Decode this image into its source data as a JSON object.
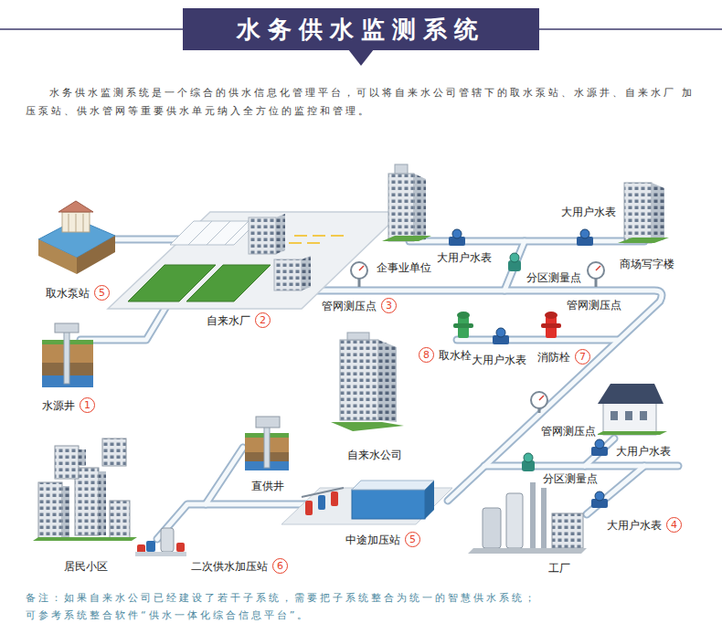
{
  "diagram": {
    "title": "水务供水监测系统",
    "nodes": [
      {
        "text": [
          "取水泵站",
          "5"
        ]
      },
      {
        "text": [
          "管网测压点",
          "3"
        ]
      },
      {
        "text": [
          "自来水厂",
          "2"
        ]
      },
      {
        "text": [
          "8",
          "取水栓"
        ]
      },
      {
        "text": [
          "消防栓",
          "7"
        ]
      },
      {
        "text": [
          "水源井",
          "1"
        ]
      },
      {
        "text": [
          "大用户水表",
          "4"
        ]
      },
      {
        "text": [
          "中途加压站",
          "5"
        ]
      },
      {
        "text": [
          "二次供水加压站",
          "6"
        ]
      }
    ],
    "labels": [
      "水务供水监测系统是一个综合的供水信息化管理平台，可以将自来水公司管辖下的取水泵站、水源井、自来水厂 加压泵站、供水管网等重要供水单元纳入全方位的监控和管理。",
      "大用户水表",
      "大用户水表",
      "企事业单位",
      "商场写字楼",
      "分区测量点",
      "管网测压点",
      "大用户水表",
      "管网测压点",
      "大用户水表",
      "自来水公司",
      "分区测量点",
      "直供井",
      "居民小区",
      "工厂",
      "备注：如果自来水公司已经建设了若干子系统，需要把子系统整合为统一的智慧供水系统； 可参考系统整合软件“供水一体化综合信息平台”。"
    ]
  }
}
